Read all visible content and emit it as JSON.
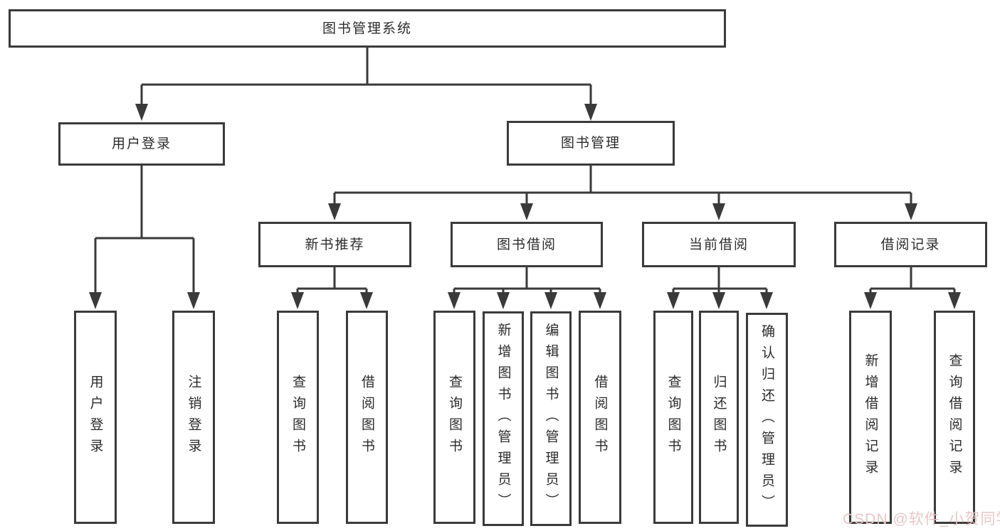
{
  "diagram": {
    "colors": {
      "line": "#3a3a3a",
      "text": "#2b2b2b",
      "watermark": "#e8c4c4",
      "background": "#ffffff"
    },
    "root": {
      "label": "图书管理系统"
    },
    "branches": [
      {
        "label": "用户登录",
        "children": [
          {
            "label": "用户登录"
          },
          {
            "label": "注销登录"
          }
        ]
      },
      {
        "label": "图书管理",
        "sections": [
          {
            "label": "新书推荐",
            "children": [
              {
                "label": "查询图书"
              },
              {
                "label": "借阅图书"
              }
            ]
          },
          {
            "label": "图书借阅",
            "children": [
              {
                "label": "查询图书"
              },
              {
                "label": "新增图书（管理员）"
              },
              {
                "label": "编辑图书（管理员）"
              },
              {
                "label": "借阅图书"
              }
            ]
          },
          {
            "label": "当前借阅",
            "children": [
              {
                "label": "查询图书"
              },
              {
                "label": "归还图书"
              },
              {
                "label": "确认归还（管理员）"
              }
            ]
          },
          {
            "label": "借阅记录",
            "children": [
              {
                "label": "新增借阅记录"
              },
              {
                "label": "查询借阅记录"
              }
            ]
          }
        ]
      }
    ],
    "watermark": {
      "text": "CSDN @软件_小贺同学"
    }
  }
}
